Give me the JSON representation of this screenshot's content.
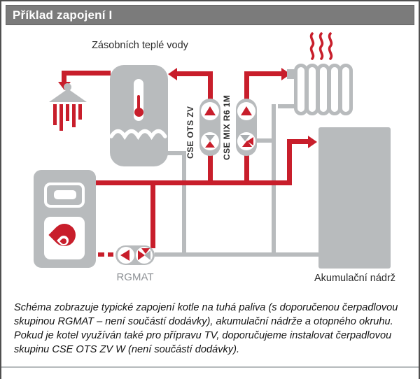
{
  "window": {
    "title": "Příklad zapojení I"
  },
  "diagram": {
    "labels": {
      "dhw_tank": "Zásobních teplé vody",
      "accumulator": "Akumulační nádrž",
      "pump_group_dhw": "CSE OTS ZV",
      "pump_group_mix": "CSE MIX R6 1M",
      "pump_group_boiler": "RGMAT"
    },
    "icons": [
      "shower-icon",
      "thermometer-icon",
      "water-waves-icon",
      "pump-arrow-icon",
      "check-valve-icon",
      "mix-valve-icon",
      "radiator-icon",
      "heat-waves-icon",
      "flame-icon"
    ],
    "colors": {
      "hot_pipe_red": "#c81e2b",
      "return_pipe_gray": "#b8bbbd",
      "component_gray": "#b8bbbd",
      "header_bg": "#7b7b7b"
    }
  },
  "footer": {
    "description": "Schéma zobrazuje typické zapojení kotle na tuhá paliva (s doporučenou čerpadlovou skupinou RGMAT – není součástí dodávky), akumulační nádrže a otopného okruhu. Pokud je kotel využíván také pro přípravu TV, doporučujeme instalovat čerpadlovou skupinu CSE OTS ZV W (není součástí dodávky)."
  }
}
